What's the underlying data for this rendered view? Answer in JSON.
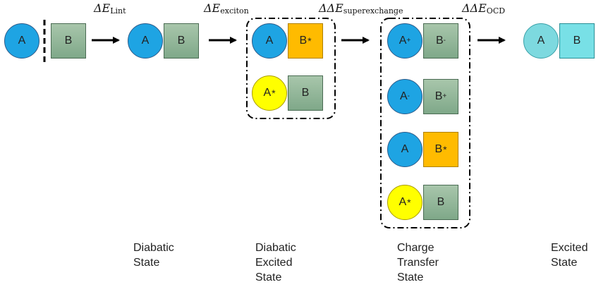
{
  "energy_labels": {
    "lint": {
      "prefix": "ΔE",
      "sub": "Lint"
    },
    "exciton": {
      "prefix": "ΔE",
      "sub": "exciton"
    },
    "superexchange": {
      "prefix": "ΔΔE",
      "sub": "superexchange"
    },
    "ocd": {
      "prefix": "ΔΔE",
      "sub": "OCD"
    }
  },
  "nodes": {
    "a": "A",
    "b": "B",
    "star": "*",
    "plus": "+",
    "minus": "-"
  },
  "captions": {
    "diabatic": [
      "Diabatic",
      "State"
    ],
    "diabatic_excited": [
      "Diabatic",
      "Excited",
      "State"
    ],
    "charge_transfer": [
      "Charge",
      "Transfer",
      "State"
    ],
    "excited": [
      "Excited",
      "State"
    ]
  },
  "colors": {
    "donor_ground": "#1ea4e3",
    "donor_excited": "#ffff00",
    "acceptor_ground": "#8fb59a",
    "acceptor_excited": "#ffbb00",
    "final_circle": "#7dd9df",
    "final_square": "#78e0e6"
  }
}
